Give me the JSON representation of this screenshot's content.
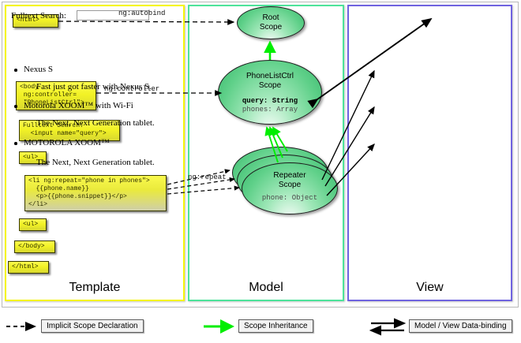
{
  "panels": {
    "template": {
      "label": "Template",
      "border_color": "#f5f50a"
    },
    "model": {
      "label": "Model",
      "border_color": "#4de39a"
    },
    "view": {
      "label": "View",
      "border_color": "#6f63e0"
    }
  },
  "template_boxes": [
    {
      "id": "html-open",
      "text": "<html>"
    },
    {
      "id": "body-open",
      "text": "<body\n ng:controller=\n \"PhoneListCtrl\">"
    },
    {
      "id": "search",
      "text": "Fulltext Search:\n  <input name=\"query\">"
    },
    {
      "id": "ul-open",
      "text": "<ul>"
    },
    {
      "id": "li-repeat",
      "text": "<li ng:repeat=\"phone in phones\">\n  {{phone.name}}\n  <p>{{phone.snippet}}</p>\n</li>"
    },
    {
      "id": "ul-close",
      "text": "<ul>"
    },
    {
      "id": "body-close",
      "text": "</body>"
    },
    {
      "id": "html-close",
      "text": "</html>"
    }
  ],
  "connector_labels": {
    "autobind": "ng:autobind",
    "controller": "ng:controller",
    "repeat": "ng:repeat"
  },
  "scopes": {
    "root": {
      "title_line1": "Root",
      "title_line2": "Scope"
    },
    "ctrl": {
      "title_line1": "PhoneListCtrl",
      "title_line2": "Scope",
      "prop_query": "query: String",
      "prop_phones": "phones: Array"
    },
    "repeater": {
      "title_line1": "Repeater",
      "title_line2": "Scope",
      "prop_phone": "phone: Object"
    }
  },
  "view": {
    "search_label": "Fulltext Search:",
    "search_value": "",
    "items": [
      {
        "name": "Nexus S",
        "snippet": "Fast just got faster with Nexus S."
      },
      {
        "name": "Motorola XOOM™  with Wi-Fi",
        "snippet": "The Next, Next Generation tablet."
      },
      {
        "name": "MOTOROLA XOOM™",
        "snippet": "The Next, Next Generation tablet."
      }
    ]
  },
  "legend": [
    {
      "id": "implicit",
      "label": "Implicit Scope Declaration",
      "arrow": "dashed-black"
    },
    {
      "id": "inheritance",
      "label": "Scope Inheritance",
      "arrow": "solid-green",
      "color": "#00ee00"
    },
    {
      "id": "databinding",
      "label": "Model / View Data-binding",
      "arrow": "double-black"
    }
  ]
}
